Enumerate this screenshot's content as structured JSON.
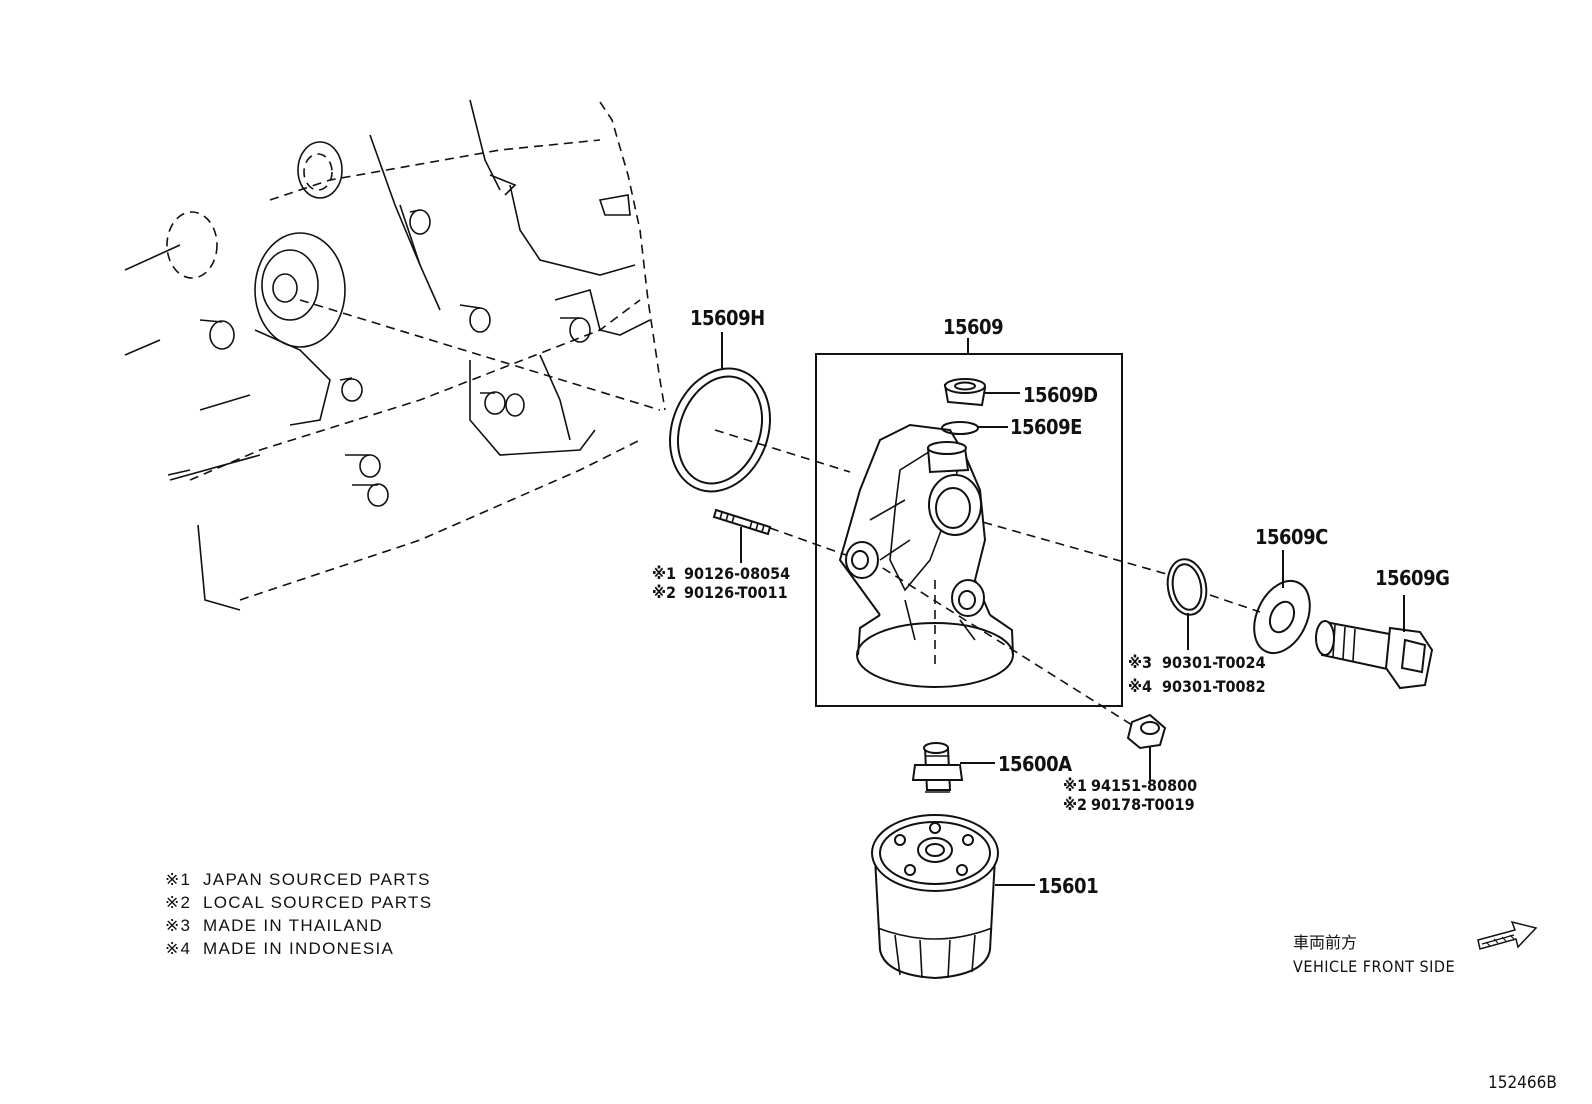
{
  "diagram_id": "152466B",
  "callouts": {
    "o_ring_large": "15609H",
    "housing_assembly": "15609",
    "plug": "15609D",
    "gasket_small": "15609E",
    "stud_1": "90126-08054",
    "stud_2": "90126-T0011",
    "gasket_ring": "15609C",
    "union_bolt": "15609G",
    "o_ring_3": "90301-T0024",
    "o_ring_4": "90301-T0082",
    "union": "15600A",
    "nut_1": "94151-80800",
    "nut_2": "90178-T0019",
    "oil_filter": "15601"
  },
  "markers": {
    "m1": "※1",
    "m2": "※2",
    "m3": "※3",
    "m4": "※4"
  },
  "legend": [
    {
      "mark": "※1",
      "text": "JAPAN SOURCED PARTS"
    },
    {
      "mark": "※2",
      "text": "LOCAL SOURCED PARTS"
    },
    {
      "mark": "※3",
      "text": "MADE IN THAILAND"
    },
    {
      "mark": "※4",
      "text": "MADE IN INDONESIA"
    }
  ],
  "direction": {
    "jp_label": "車両前方",
    "en_label": "VEHICLE FRONT SIDE"
  }
}
